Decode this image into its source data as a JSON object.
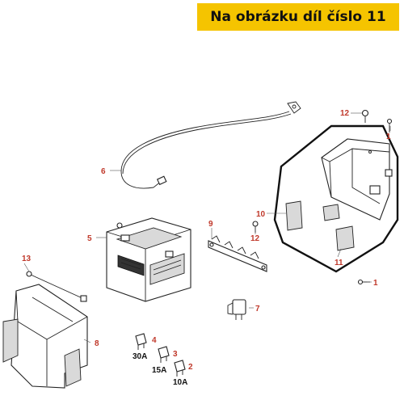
{
  "header": {
    "title": "Na obrázku díl číslo 11"
  },
  "callouts": {
    "c1a": "1",
    "c1b": "1",
    "c2": "2",
    "c3": "3",
    "c4": "4",
    "c5": "5",
    "c6": "6",
    "c7": "7",
    "c8": "8",
    "c9": "9",
    "c10": "10",
    "c11": "11",
    "c12a": "12",
    "c12b": "12",
    "c13": "13"
  },
  "fuse_ratings": {
    "f4": "30A",
    "f3": "15A",
    "f2": "10A"
  },
  "colors": {
    "banner": "#f5c400",
    "callout": "#c0392b",
    "line": "#222222"
  }
}
